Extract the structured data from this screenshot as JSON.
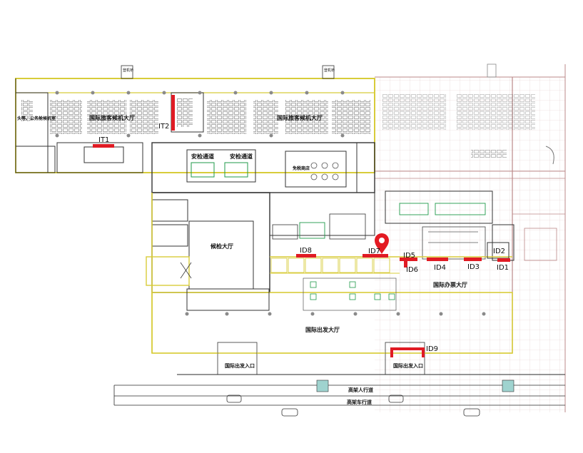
{
  "colors": {
    "wall": "#d8cc3a",
    "structure": "#333333",
    "column": "#8a8a8a",
    "marker_bar": "#e01b24",
    "pin": "#e31b23",
    "fixture": "#1f9a4a",
    "road_line": "#2a2a2a",
    "glass": "#9fd3cf",
    "right_wing": "#c9a2a2"
  },
  "areas": {
    "hall_left": "国际旅客候机大厅",
    "hall_right": "国际旅客候机大厅",
    "vip_room": "头等、公务舱候机室",
    "security_1": "安检通道",
    "security_2": "安检通道",
    "duty_free": "免税商店",
    "waiting_hall": "候检大厅",
    "departure_hall": "国际出发大厅",
    "ticket_hall": "国际办票大厅",
    "entrance_1": "国际出发入口",
    "entrance_2": "国际出发入口",
    "walkway": "高架人行道",
    "roadway": "高架车行道",
    "stair_1": "登机桥",
    "stair_2": "登机桥"
  },
  "markers": {
    "it1": "IT1",
    "it2": "IT2",
    "id1": "ID1",
    "id2": "ID2",
    "id3": "ID3",
    "id4": "ID4",
    "id5": "ID5",
    "id6": "ID6",
    "id7": "ID7",
    "id8": "ID8",
    "id9": "ID9"
  },
  "location_pin": {
    "icon": "map-pin-icon",
    "at_marker": "ID7"
  }
}
